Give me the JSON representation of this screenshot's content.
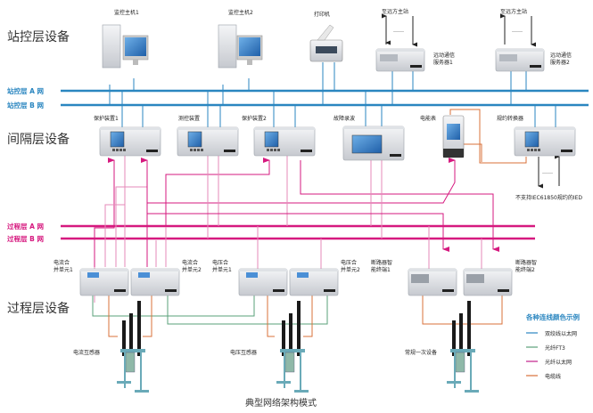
{
  "layers": {
    "station": "站控层设备",
    "bay": "间隔层设备",
    "process": "过程层设备"
  },
  "networks": {
    "station_a": "站控层 A 网",
    "station_b": "站控层 B 网",
    "process_a": "过程层 A 网",
    "process_b": "过程层 B 网"
  },
  "station_devices": {
    "host1": "监控主机1",
    "host2": "监控主机2",
    "printer": "打印机",
    "remote1": "至远方主站",
    "remote2": "至远方主站",
    "server1_l1": "远动通信",
    "server1_l2": "服务器1",
    "server2_l1": "远动通信",
    "server2_l2": "服务器2",
    "dots": "……"
  },
  "bay_devices": {
    "prot1": "保护装置1",
    "meas": "测控装置",
    "prot2": "保护装置2",
    "fault": "故障录波",
    "meter": "电能表",
    "conv": "规约转换器",
    "ied": "不支持IEC61850规约的IED"
  },
  "process_devices": {
    "cmu1_l1": "电流合",
    "cmu1_l2": "并单元1",
    "cmu2_l1": "电流合",
    "cmu2_l2": "并单元2",
    "vmu1_l1": "电压合",
    "vmu1_l2": "并单元1",
    "vmu2_l1": "电压合",
    "vmu2_l2": "并单元2",
    "brk1_l1": "断路器智",
    "brk1_l2": "能终端1",
    "brk2_l1": "断路器智",
    "brk2_l2": "能终端2",
    "ct": "电流互感器",
    "vt": "电压互感器",
    "primary": "常规一次设备"
  },
  "legend": {
    "title": "各种连线颜色示例",
    "items": [
      {
        "label": "双绞线以太网",
        "color": "#2a86c0"
      },
      {
        "label": "光纤FT3",
        "color": "#5aa07a"
      },
      {
        "label": "光纤以太网",
        "color": "#c0208a"
      },
      {
        "label": "电缆线",
        "color": "#d9703a"
      }
    ]
  },
  "caption": "典型网络架构模式",
  "colors": {
    "blue": "#2a86c0",
    "magenta": "#d6197f",
    "pink": "#e58ab8",
    "green": "#5aa07a",
    "orange": "#d9703a"
  }
}
